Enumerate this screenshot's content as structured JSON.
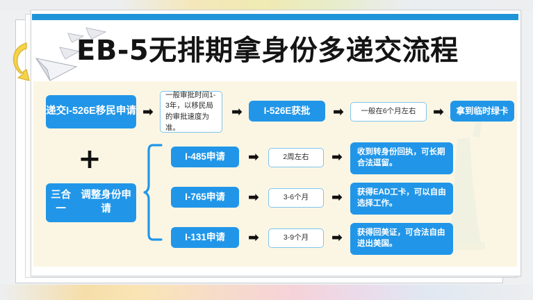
{
  "page": {
    "title": "EB-5无排期拿身份多递交流程",
    "accent_blue": "#2196e8",
    "bar_blue": "#2094d8",
    "panel_cream": "#fbf6e4",
    "note_border": "#7fc4ec"
  },
  "decorations": {
    "paper_planes": "paper-planes-icon",
    "yellow_arrow": "curved-arrow-icon",
    "statue": "statue-of-liberty-watermark",
    "plus": "+"
  },
  "flow": {
    "arrow_glyph": "➡",
    "row1": {
      "apply": "递交I-526E\n移民申请",
      "apply_line1": "递交I-526E",
      "apply_line2": "移民申请",
      "note1": "一般审批时间1-3年，以移民局的审批速度为准。",
      "approved": "I-526E获批",
      "note2": "一般在6个月左右",
      "greencard": "拿到临时绿卡"
    },
    "combo": {
      "line1": "三合一",
      "line2": "调整身份申请"
    },
    "branches": [
      {
        "form": "I-485申请",
        "duration": "2周左右",
        "result": "收到转身份回执，可长期合法逗留。"
      },
      {
        "form": "I-765申请",
        "duration": "3-6个月",
        "result": "获得EAD工卡，可以自由选择工作。"
      },
      {
        "form": "I-131申请",
        "duration": "3-9个月",
        "result": "获得回美证，可合法自由进出美国。"
      }
    ]
  }
}
